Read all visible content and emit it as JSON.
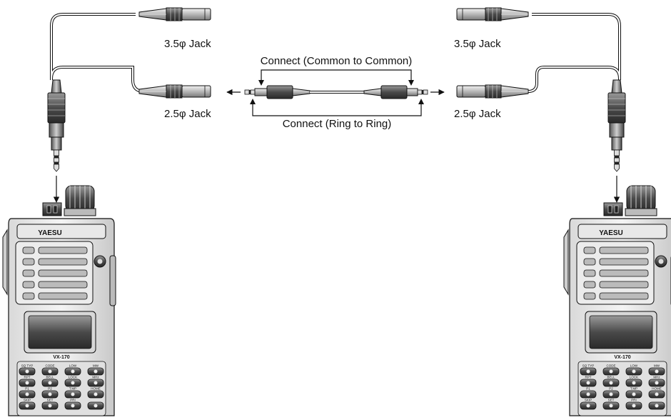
{
  "left_cable": {
    "jack_35_label": "3.5φ Jack",
    "jack_25_label": "2.5φ Jack"
  },
  "right_cable": {
    "jack_35_label": "3.5φ Jack",
    "jack_25_label": "2.5φ Jack"
  },
  "center_cable": {
    "common_label": "Connect (Common to Common)",
    "ring_label": "Connect (Ring to Ring)"
  },
  "radio": {
    "brand": "YAESU",
    "model": "VX-170",
    "keys": [
      [
        "SQ TYP",
        "CODE",
        "LOW",
        "MW"
      ],
      [
        "RPT",
        "BELL",
        "LOCK",
        "MHz"
      ],
      [
        "P1",
        "P2",
        "T.MP",
        "HOME"
      ],
      [
        "SKIP",
        "SET",
        "PRI",
        ""
      ]
    ]
  }
}
